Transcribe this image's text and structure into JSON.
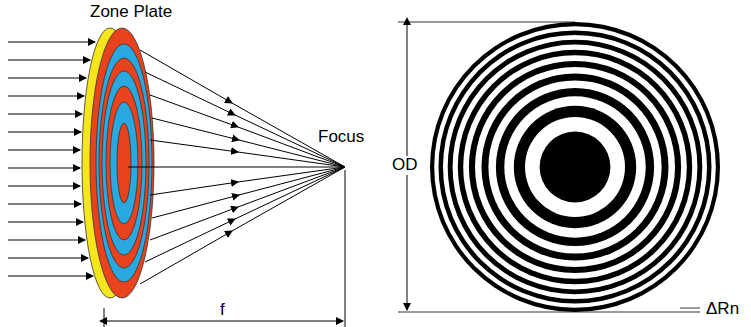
{
  "diagram": {
    "labels": [
      "Zone Plate",
      "Focus",
      "f",
      "OD",
      "ΔRn"
    ]
  }
}
